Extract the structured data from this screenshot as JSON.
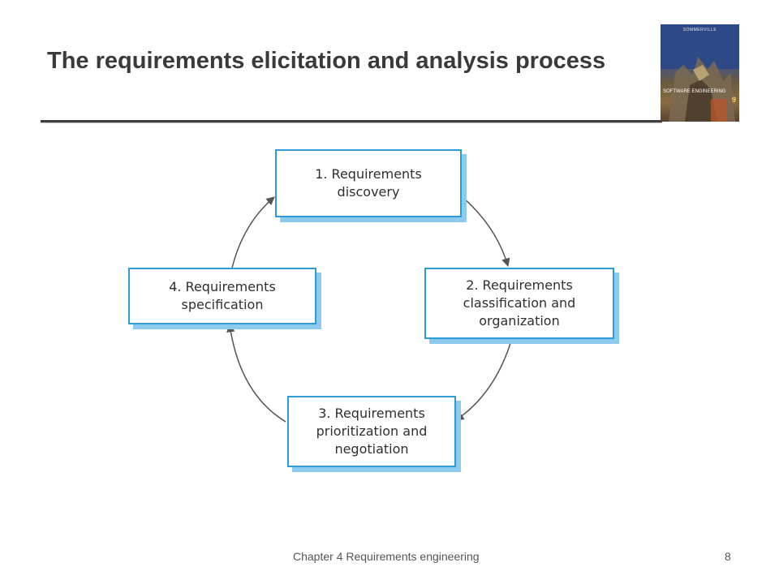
{
  "slide": {
    "title": "The requirements elicitation and analysis process"
  },
  "book_cover": {
    "author": "SOMMERVILLE",
    "title": "SOFTWARE ENGINEERING",
    "edition": "9"
  },
  "diagram": {
    "steps": [
      {
        "label": "1. Requirements\ndiscovery"
      },
      {
        "label": "2. Requirements\nclassification and\norganization"
      },
      {
        "label": "3. Requirements\nprioritization and\nnegotiation"
      },
      {
        "label": "4. Requirements\nspecification"
      }
    ],
    "colors": {
      "box_border": "#2e9ad9",
      "box_shadow": "#8ccbee",
      "arrow": "#555555"
    }
  },
  "footer": {
    "text": "Chapter 4 Requirements engineering",
    "page_number": "8"
  }
}
